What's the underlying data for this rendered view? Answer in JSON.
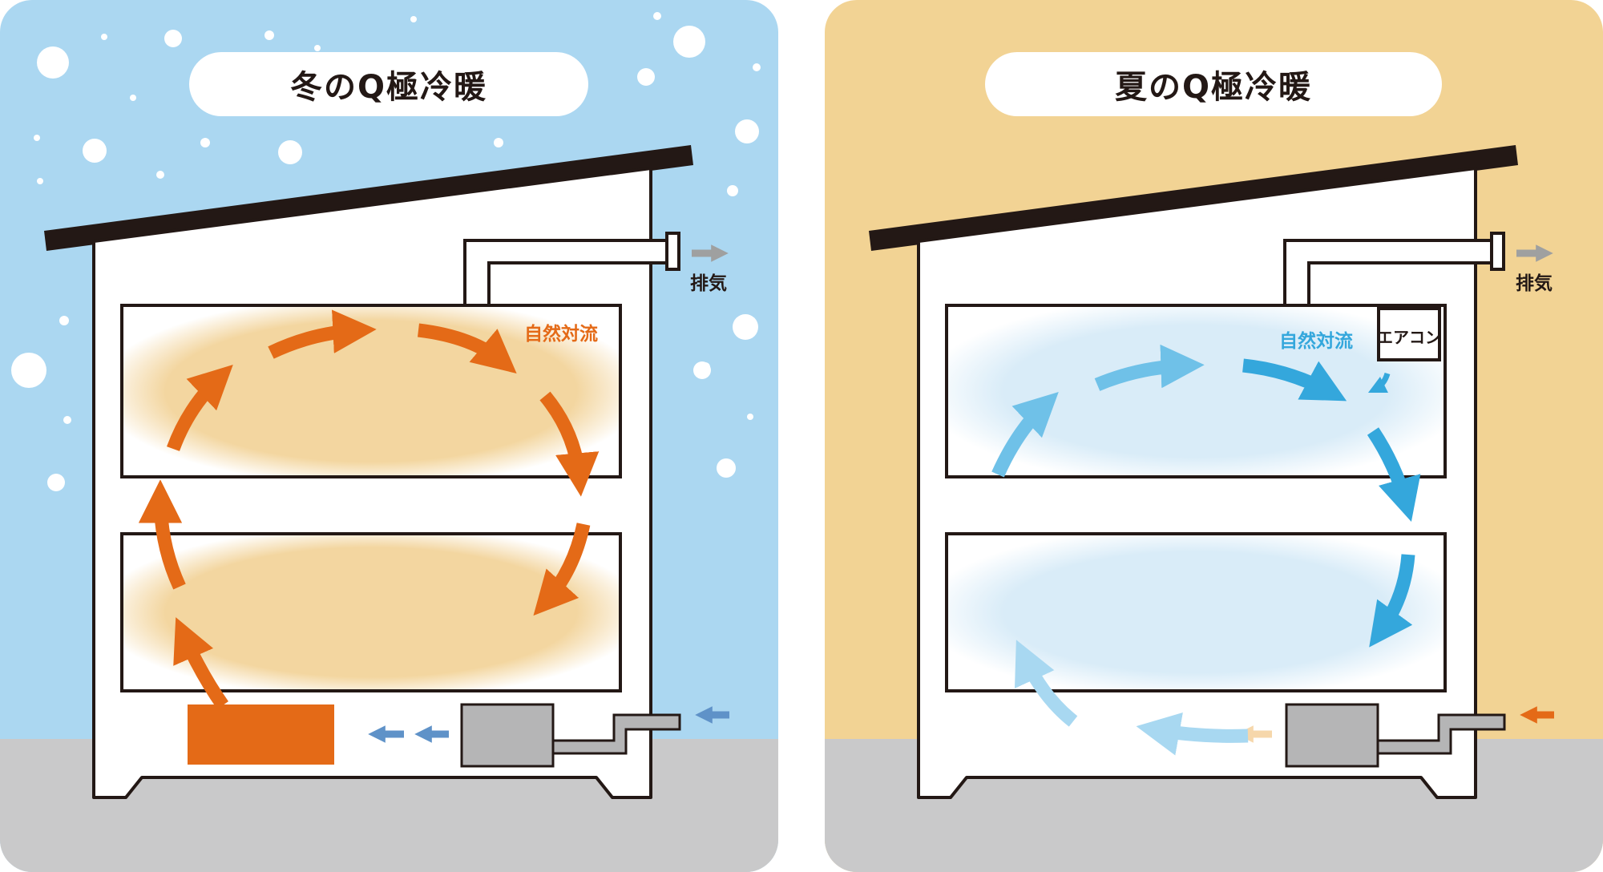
{
  "colors": {
    "winter_background": "#abd7f1",
    "summer_background": "#f2d394",
    "ground": "#c9c9ca",
    "house_outline": "#231815",
    "warm_air": "#f3d6a0",
    "cool_air": "#d9ecf8",
    "winter_arrow": "#e46a17",
    "summer_arrow": "#34a7dc",
    "summer_arrow_pale": "#a8d8f1",
    "equipment_gray": "#b5b5b6",
    "exhaust_arrow": "#9fa0a0",
    "intake_blue": "#5f92c8"
  },
  "winter": {
    "title": "冬のQ極冷暖",
    "exhaust_label": "排気",
    "flow_label": "自然対流",
    "icons": [
      "snowflake-dots",
      "heater-block",
      "ventilation-unit",
      "exhaust-arrow",
      "intake-arrow"
    ]
  },
  "summer": {
    "title": "夏のQ極冷暖",
    "exhaust_label": "排気",
    "flow_label": "自然対流",
    "ac_label": "エアコン",
    "icons": [
      "air-conditioner",
      "ventilation-unit",
      "exhaust-arrow",
      "intake-arrow"
    ]
  }
}
